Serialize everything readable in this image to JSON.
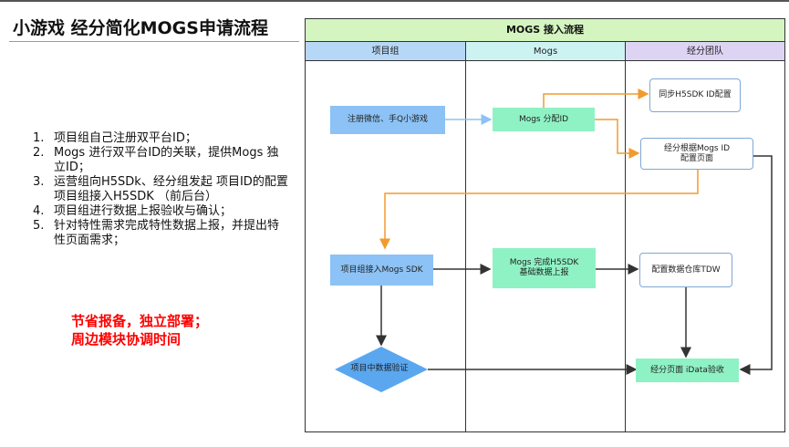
{
  "slide": {
    "title": "小游戏 经分简化MOGS申请流程",
    "steps": [
      {
        "num": "1.",
        "text": "项目组自己注册双平台ID；"
      },
      {
        "num": "2.",
        "text": "Mogs 进行双平台ID的关联，提供Mogs 独立ID；"
      },
      {
        "num": "3.",
        "text": "运营组向H5SDk、经分组发起 项目ID的配置项目组接入H5SDK （前后台）"
      },
      {
        "num": "4.",
        "text": "项目组进行数据上报验收与确认；"
      },
      {
        "num": "5.",
        "text": "针对特性需求完成特性数据上报，并提出特性页面需求；"
      }
    ],
    "highlight_lines": [
      "节省报备，独立部署；",
      "周边模块协调时间"
    ]
  },
  "flowchart": {
    "title": "MOGS 接入流程",
    "lanes": [
      "项目组",
      "Mogs",
      "经分团队"
    ],
    "nodes": {
      "register": "注册微信、手Q小游戏",
      "assign_id": "Mogs 分配ID",
      "sync_config": "同步H5SDK ID配置",
      "config_page_l1": "经分根据Mogs ID",
      "config_page_l2": "配置页面",
      "integrate_sdk": "项目组接入Mogs SDK",
      "basic_report_l1": "Mogs 完成H5SDK",
      "basic_report_l2": "基础数据上报",
      "tdw_config": "配置数据仓库TDW",
      "data_verify": "项目中数据验证",
      "idata_accept": "经分页面 iData验收"
    },
    "colors": {
      "arrow_orange": "#f39a2e",
      "arrow_blue": "#8cc2f5",
      "arrow_dark": "#333333",
      "diamond": "#5aa7f0"
    }
  }
}
